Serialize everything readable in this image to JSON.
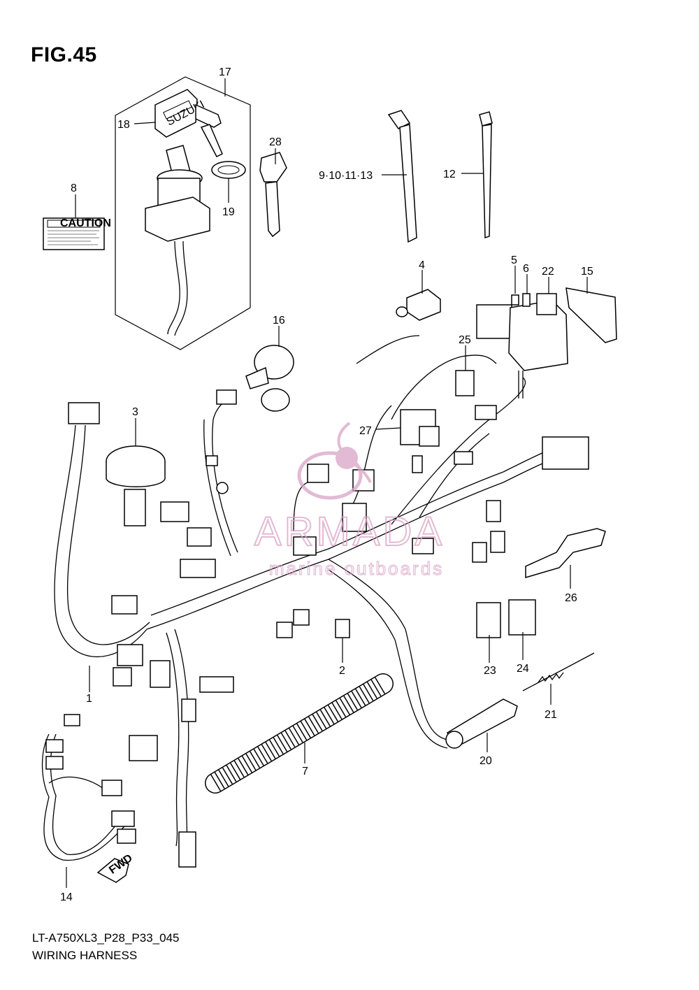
{
  "figure": {
    "title": "FIG.45",
    "code": "LT-A750XL3_P28_P33_045",
    "name": "WIRING HARNESS"
  },
  "caution_label": "CAUTION",
  "key_brand": "SUZUKI",
  "fwd_label": "FWD",
  "watermark": {
    "brand": "ARMADA",
    "tagline": "marine outboards",
    "color": "#d9a3c6"
  },
  "callouts": {
    "c1": "1",
    "c2": "2",
    "c3": "3",
    "c4": "4",
    "c5": "5",
    "c6": "6",
    "c7": "7",
    "c8": "8",
    "c9_13": "9·10·11·13",
    "c12": "12",
    "c14": "14",
    "c15": "15",
    "c16": "16",
    "c17": "17",
    "c18": "18",
    "c19": "19",
    "c20": "20",
    "c21": "21",
    "c22": "22",
    "c23": "23",
    "c24": "24",
    "c25": "25",
    "c26": "26",
    "c27": "27",
    "c28": "28"
  }
}
